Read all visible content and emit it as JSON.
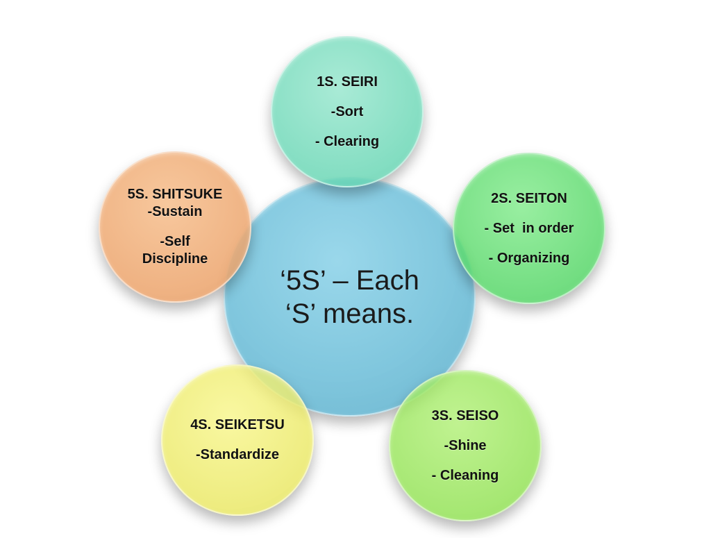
{
  "center": {
    "line1": "‘5S’ – Each",
    "line2": "‘S’ means."
  },
  "items": [
    {
      "heading": "1S. SEIRI",
      "line1": "-Sort",
      "line2": "- Clearing",
      "color": "#6ad6b4"
    },
    {
      "heading": "2S. SEITON",
      "line1": "- Set  in order",
      "line2": "- Organizing",
      "color": "#54d666"
    },
    {
      "heading": "3S. SEISO",
      "line1": "-Shine",
      "line2": "- Cleaning",
      "color": "#92e254"
    },
    {
      "heading": "4S. SEIKETSU",
      "line1": "-Standardize",
      "color": "#eae864"
    },
    {
      "heading": "5S. SHITSUKE",
      "line1": "-Sustain",
      "line2": "-Self",
      "line3": "Discipline",
      "color": "#eca46c"
    }
  ],
  "colors": {
    "center": "#6fbfd9",
    "background": "#ffffff"
  }
}
